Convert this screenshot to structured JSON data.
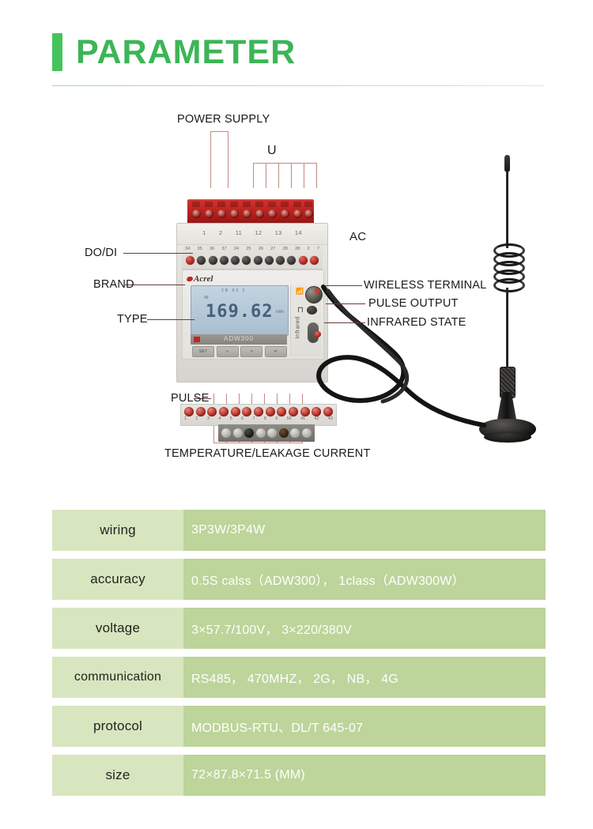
{
  "header": {
    "title": "PARAMETER",
    "accent_color": "#45c45c",
    "title_color": "#3cb557"
  },
  "diagram": {
    "callouts": {
      "power_supply": "POWER SUPPLY",
      "u": "U",
      "ac": "AC",
      "do_di": "DO/DI",
      "brand": "BRAND",
      "type": "TYPE",
      "wireless_terminal": "WIRELESS TERMINAL",
      "pulse_output": "PULSE OUTPUT",
      "infrared_state": "INFRARED STATE",
      "pulse": "PULSE",
      "temperature_leakage": "TEMPERATURE/LEAKAGE CURRENT"
    },
    "device": {
      "brand_name": "Acrel",
      "model": "ADW300",
      "lcd_value": "169.62",
      "lcd_unit": "kWh",
      "lcd_top_indicators": "2B 83  3",
      "lcd_sub_indicator": "48",
      "infrared_label": "Infrared",
      "buttons": [
        "SET",
        "«",
        "≈",
        "↵"
      ],
      "terminal_numbers_top": [
        "1",
        "2",
        "11",
        "12",
        "13",
        "14"
      ],
      "terminal_numbers_di": [
        "34",
        "35",
        "36",
        "37",
        "24",
        "25",
        "26",
        "27",
        "28",
        "28",
        "2",
        "7"
      ],
      "terminal_numbers_bottom": [
        "1",
        "2",
        "3",
        "4",
        "5",
        "6",
        "7",
        "8",
        "9",
        "50",
        "41",
        "42",
        "43"
      ]
    }
  },
  "spec_table": {
    "rows": [
      {
        "key": "wiring",
        "value": "3P3W/3P4W"
      },
      {
        "key": "accuracy",
        "value": "0.5S calss（ADW300）， 1class（ADW300W）"
      },
      {
        "key": "voltage",
        "value": "3×57.7/100V， 3×220/380V"
      },
      {
        "key": "communication",
        "value": "RS485， 470MHZ， 2G， NB， 4G"
      },
      {
        "key": "protocol",
        "value": "MODBUS-RTU、DL/T 645-07"
      },
      {
        "key": "size",
        "value": "72×87.8×71.5 (MM)"
      }
    ],
    "key_bg": "#d8e6bf",
    "value_bg": "#bdd49a"
  }
}
